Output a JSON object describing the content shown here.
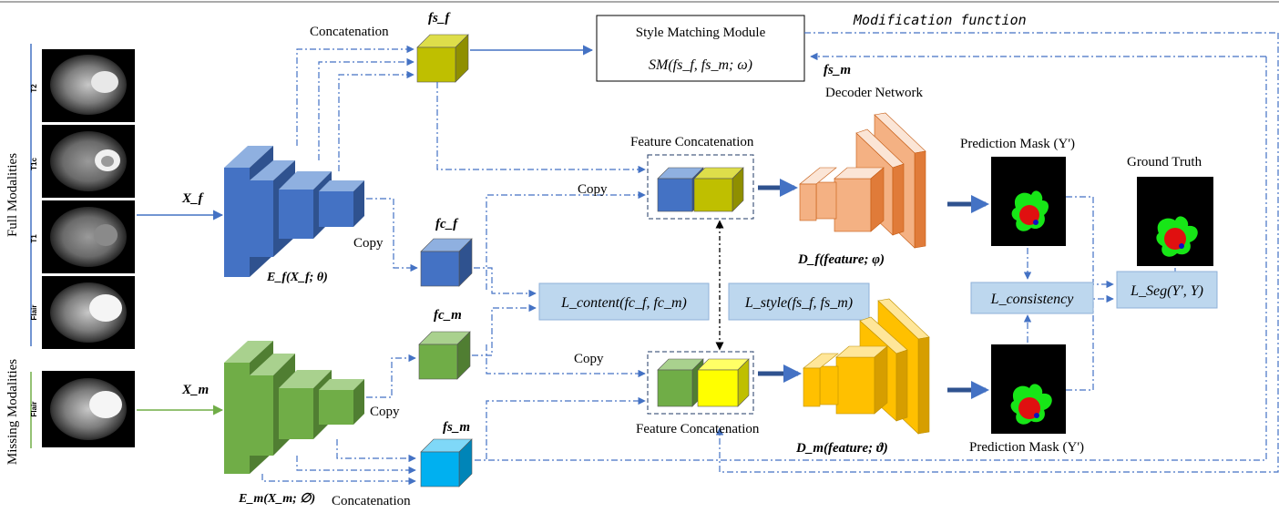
{
  "left_labels": {
    "full_modalities": "Full Modalities",
    "missing_modalities": "Missing Modalities"
  },
  "modalities": {
    "full": [
      "T2",
      "T1c",
      "T1",
      "Flair"
    ],
    "missing": [
      "Flair"
    ]
  },
  "inputs": {
    "xf": "X_f",
    "xm": "X_m"
  },
  "encoders": {
    "ef": "E_f(X_f; θ)",
    "em": "E_m(X_m; ∅)"
  },
  "features": {
    "fsf": "fs_f",
    "fcf": "fc_f",
    "fcm": "fc_m",
    "fsm_lower": "fs_m",
    "fsm_upper": "fs_m"
  },
  "labels": {
    "concatenation_top": "Concatenation",
    "concatenation_bottom": "Concatenation",
    "copy_ef": "Copy",
    "copy_em": "Copy",
    "copy_top": "Copy",
    "copy_mid": "Copy",
    "feature_concat_top": "Feature Concatenation",
    "feature_concat_bottom": "Feature Concatenation",
    "decoder_network": "Decoder Network",
    "modification_function": "Modification function",
    "prediction_mask_top": "Prediction Mask (Y')",
    "prediction_mask_bottom": "Prediction Mask (Y')",
    "ground_truth": "Ground Truth"
  },
  "style_module": {
    "title": "Style Matching Module",
    "formula": "SM(fs_f, fs_m; ω)"
  },
  "decoders": {
    "df": "D_f(feature; φ)",
    "dm": "D_m(feature; ϑ)"
  },
  "losses": {
    "content": "L_content(fc_f, fc_m)",
    "style": "L_style(fs_f, fs_m)",
    "consistency": "L_consistency",
    "seg": "L_Seg(Y', Y)"
  },
  "colors": {
    "encoder_full": "#4472c4",
    "encoder_missing": "#70ad47",
    "style_cube": "#bfbf00",
    "content_cube_full": "#4472c4",
    "content_cube_missing": "#70ad47",
    "style_cube_missing": "#00b0f0",
    "decoder_full": "#f4b183",
    "decoder_missing": "#ffc000",
    "loss_box": "#bdd7ee",
    "arrow": "#4472c4"
  }
}
